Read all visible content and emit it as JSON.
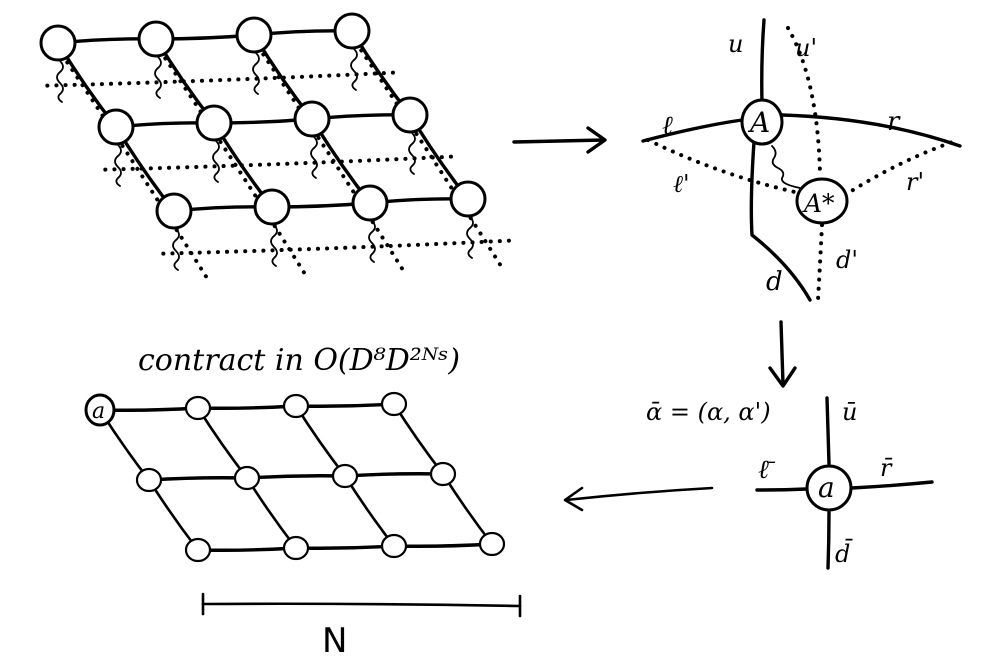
{
  "peps_sandwich": {
    "rows": 3,
    "cols": 4
  },
  "double_layer_tensor": {
    "ket_label": "A",
    "bra_label": "A*",
    "ket_legs": {
      "up": "u",
      "left": "ℓ",
      "right": "r",
      "down": "d"
    },
    "bra_legs": {
      "up": "u'",
      "left": "ℓ'",
      "right": "r'",
      "down": "d'"
    }
  },
  "merged_tensor": {
    "label": "a",
    "definition": "ᾱ = (α, α')",
    "legs": {
      "up": "ū",
      "left": "ℓ̄",
      "right": "r̄",
      "down": "d̄"
    }
  },
  "contracted_network": {
    "rows": 3,
    "cols": 4,
    "corner_label": "a",
    "caption": "contract in O(D⁸D²ᴺˢ)",
    "width_label": "N"
  }
}
